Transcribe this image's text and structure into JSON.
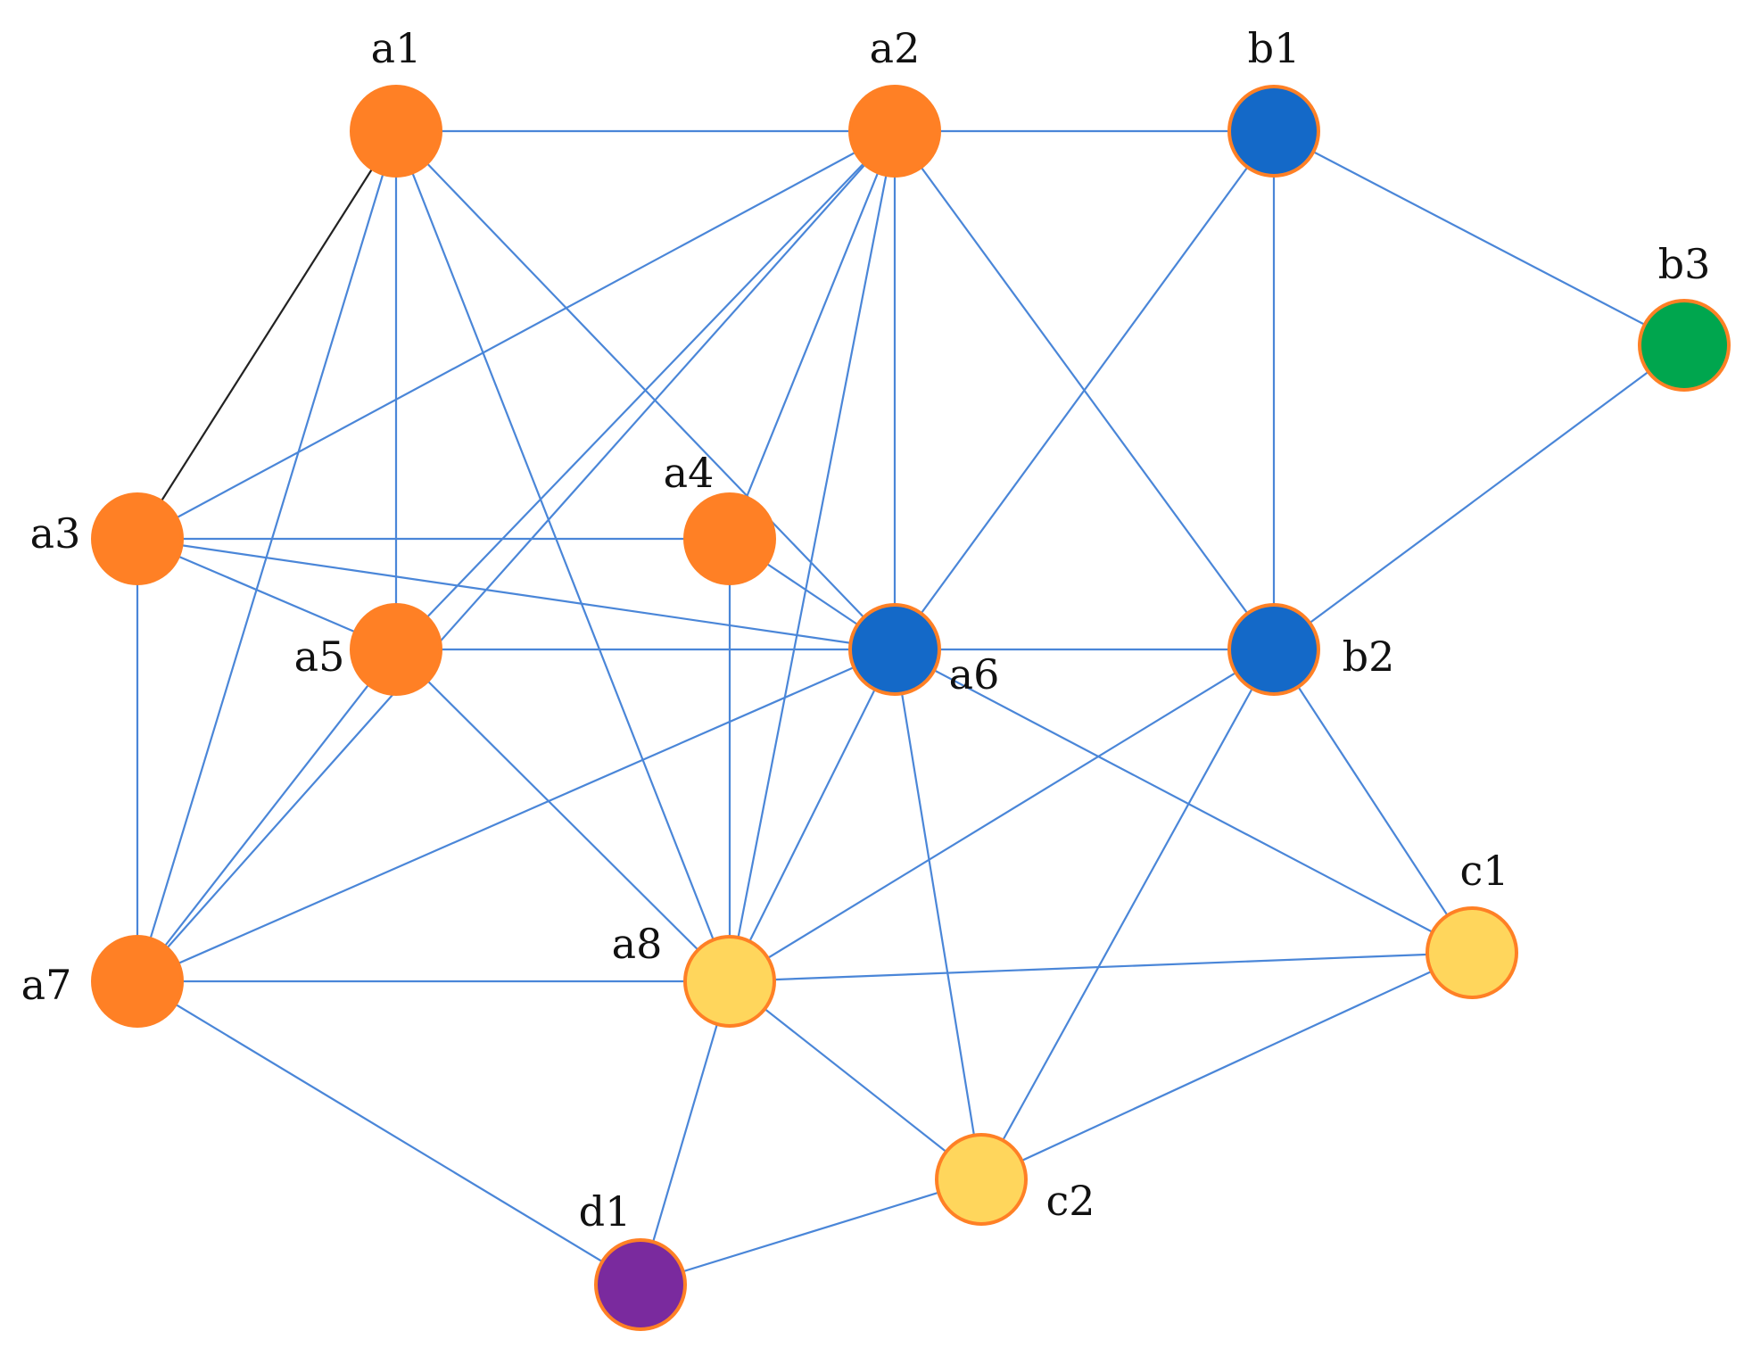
{
  "colors": {
    "edge": "#4A86D8",
    "edge_dark": "#222222",
    "orange": "#FF8025",
    "orange_stroke": "#FF8025",
    "blue": "#1469C8",
    "green": "#00A64E",
    "yellow": "#FFD65C",
    "purple": "#7A2A9E"
  },
  "nodes": [
    {
      "id": "a1",
      "label": "a1",
      "fill": "orange"
    },
    {
      "id": "a2",
      "label": "a2",
      "fill": "orange"
    },
    {
      "id": "b1",
      "label": "b1",
      "fill": "blue"
    },
    {
      "id": "b3",
      "label": "b3",
      "fill": "green"
    },
    {
      "id": "a3",
      "label": "a3",
      "fill": "orange"
    },
    {
      "id": "a4",
      "label": "a4",
      "fill": "orange"
    },
    {
      "id": "a5",
      "label": "a5",
      "fill": "orange"
    },
    {
      "id": "a6",
      "label": "a6",
      "fill": "blue"
    },
    {
      "id": "b2",
      "label": "b2",
      "fill": "blue"
    },
    {
      "id": "c1",
      "label": "c1",
      "fill": "yellow"
    },
    {
      "id": "a7",
      "label": "a7",
      "fill": "orange"
    },
    {
      "id": "a8",
      "label": "a8",
      "fill": "yellow"
    },
    {
      "id": "c2",
      "label": "c2",
      "fill": "yellow"
    },
    {
      "id": "d1",
      "label": "d1",
      "fill": "purple"
    }
  ],
  "edges": [
    [
      "a1",
      "a2"
    ],
    [
      "a2",
      "b1"
    ],
    [
      "b1",
      "b3"
    ],
    [
      "b3",
      "b2"
    ],
    [
      "b1",
      "b2"
    ],
    [
      "b1",
      "a6"
    ],
    [
      "a1",
      "a3",
      "dark"
    ],
    [
      "a1",
      "a5"
    ],
    [
      "a1",
      "a7"
    ],
    [
      "a1",
      "a8"
    ],
    [
      "a1",
      "a6"
    ],
    [
      "a2",
      "a3"
    ],
    [
      "a2",
      "a5"
    ],
    [
      "a2",
      "a7"
    ],
    [
      "a2",
      "a4"
    ],
    [
      "a2",
      "a8"
    ],
    [
      "a2",
      "a6"
    ],
    [
      "a2",
      "b2"
    ],
    [
      "a3",
      "a4"
    ],
    [
      "a3",
      "a5"
    ],
    [
      "a3",
      "a6"
    ],
    [
      "a3",
      "a7"
    ],
    [
      "a4",
      "a8"
    ],
    [
      "a4",
      "a6"
    ],
    [
      "a5",
      "a6"
    ],
    [
      "a5",
      "a7"
    ],
    [
      "a5",
      "a8"
    ],
    [
      "a6",
      "b2"
    ],
    [
      "a6",
      "a7"
    ],
    [
      "a6",
      "a8"
    ],
    [
      "a6",
      "c2"
    ],
    [
      "a6",
      "c1"
    ],
    [
      "b2",
      "a8"
    ],
    [
      "b2",
      "c2"
    ],
    [
      "b2",
      "c1"
    ],
    [
      "a7",
      "a8"
    ],
    [
      "a7",
      "d1"
    ],
    [
      "a8",
      "c1"
    ],
    [
      "a8",
      "c2"
    ],
    [
      "a8",
      "d1"
    ],
    [
      "c1",
      "c2"
    ],
    [
      "c2",
      "d1"
    ]
  ]
}
